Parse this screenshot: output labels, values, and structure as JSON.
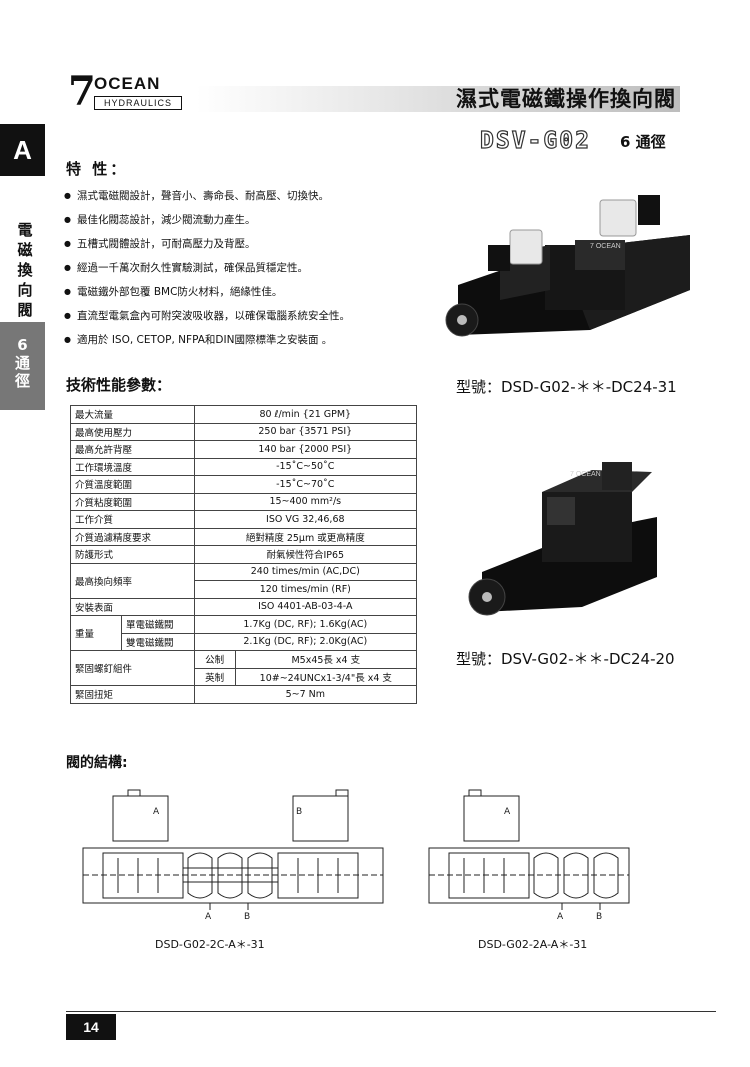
{
  "brand": {
    "logo_mark": "7",
    "name": "OCEAN",
    "sub": "HYDRAULICS"
  },
  "header": {
    "title": "濕式電磁鐵操作換向閥",
    "model": "DSV-G02",
    "size": "6 通徑"
  },
  "side_tab": {
    "letter": "A",
    "category": "電磁換向閥",
    "size": "6通徑"
  },
  "features": {
    "title": "特 性：",
    "items": [
      "濕式電磁閥設計，聲音小、壽命長、耐高壓、切換快。",
      "最佳化閥蕊設計，減少閥流動力產生。",
      "五槽式閥體設計，可耐高壓力及背壓。",
      "經過一千萬次耐久性實驗測試，確保品質穩定性。",
      "電磁鐵外部包覆 BMC防火材料，絕緣性佳。",
      "直流型電氣盒內可附突波吸收器，以確保電腦系統安全性。",
      "適用於 ISO, CETOP, NFPA和DIN國際標準之安裝面 。"
    ]
  },
  "specs": {
    "title": "技術性能參數：",
    "max_flow": {
      "label": "最大流量",
      "value": "80 ℓ/min {21 GPM}"
    },
    "max_pressure": {
      "label": "最高使用壓力",
      "value": "250 bar {3571 PSI}"
    },
    "max_back": {
      "label": "最高允許背壓",
      "value": "140 bar {2000 PSI}"
    },
    "env_temp": {
      "label": "工作環境溫度",
      "value": "-15˚C~50˚C"
    },
    "fluid_temp": {
      "label": "介質溫度範圍",
      "value": "-15˚C~70˚C"
    },
    "viscosity": {
      "label": "介質粘度範圍",
      "value": "15~400 mm²/s"
    },
    "fluid": {
      "label": "工作介質",
      "value": "ISO VG 32,46,68"
    },
    "filtration": {
      "label": "介質過濾精度要求",
      "value": "絕對精度 25μm 或更高精度"
    },
    "protection": {
      "label": "防護形式",
      "value": "耐氣候性符合IP65"
    },
    "switching": {
      "label": "最高換向頻率",
      "value_dc": "240 times/min (AC,DC)",
      "value_rf": "120 times/min (RF)"
    },
    "mounting": {
      "label": "安裝表面",
      "value": "ISO 4401-AB-03-4-A"
    },
    "weight": {
      "label": "重量",
      "single_label": "單電磁鐵閥",
      "single_value": "1.7Kg (DC, RF); 1.6Kg(AC)",
      "double_label": "雙電磁鐵閥",
      "double_value": "2.1Kg (DC, RF); 2.0Kg(AC)"
    },
    "bolts": {
      "label": "緊固螺釘組件",
      "metric_label": "公制",
      "metric_value": "M5x45長 x4 支",
      "imperial_label": "英制",
      "imperial_value": "10#~24UNCx1-3/4\"長 x4 支"
    },
    "torque": {
      "label": "緊固扭矩",
      "value": "5~7 Nm"
    }
  },
  "products": {
    "model_1": "型號：DSD-G02-＊＊-DC24-31",
    "model_2": "型號：DSV-G02-＊＊-DC24-20",
    "valve_label": "7 OCEAN"
  },
  "structure": {
    "title": "閥的結構:",
    "diagram_1": {
      "caption": "DSD-G02-2C-A＊-31",
      "sol_a": "A",
      "sol_b": "B",
      "port_a": "A",
      "port_b": "B"
    },
    "diagram_2": {
      "caption": "DSD-G02-2A-A＊-31",
      "sol_a": "A",
      "port_a": "A",
      "port_b": "B"
    }
  },
  "footer": {
    "page": "14"
  }
}
